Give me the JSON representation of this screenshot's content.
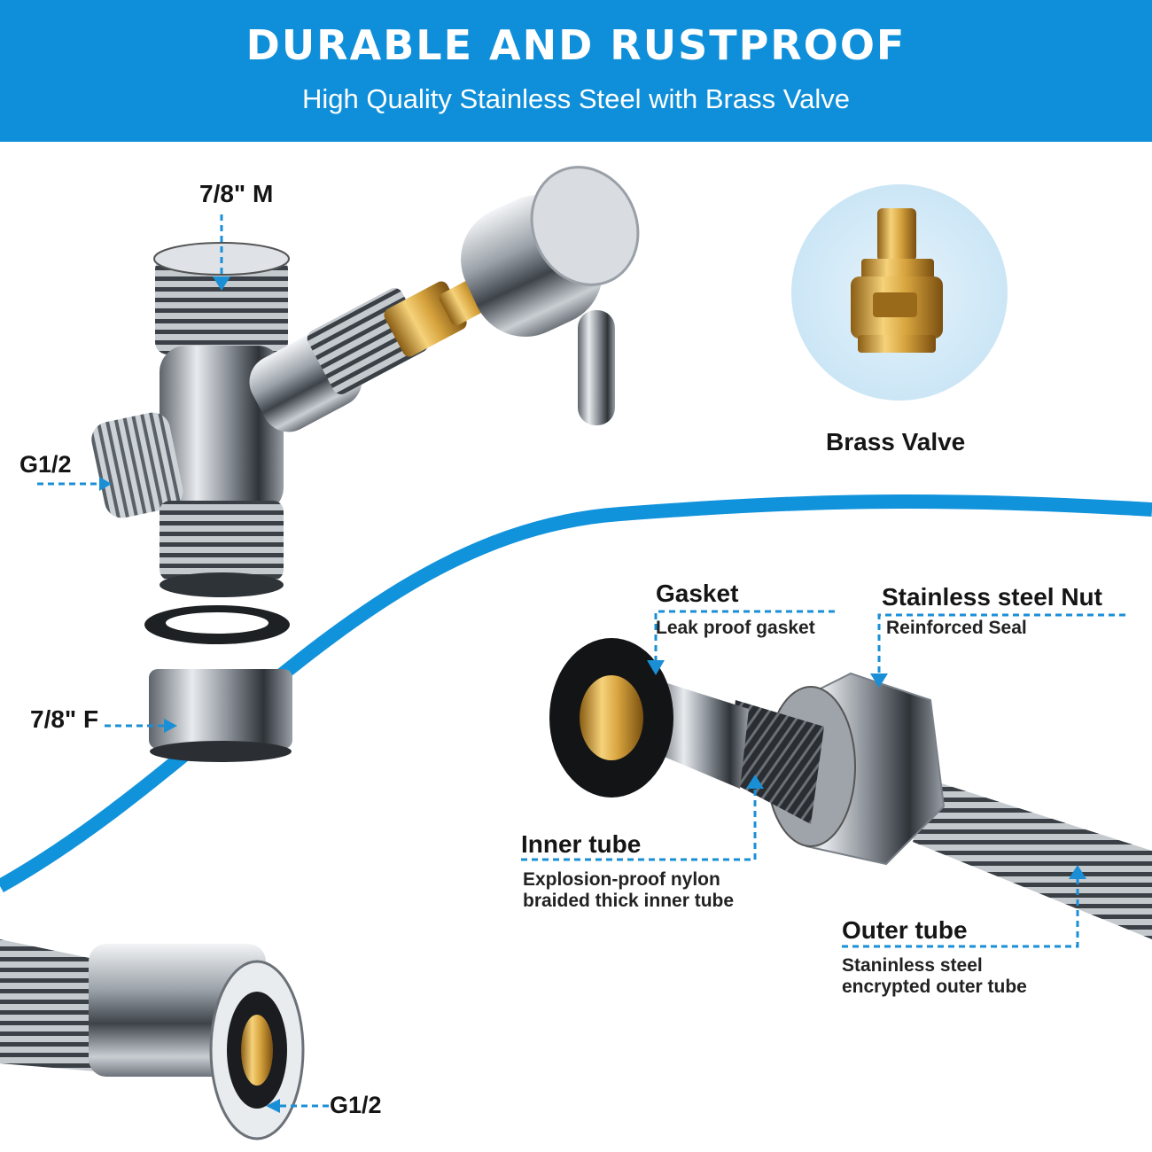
{
  "banner": {
    "title": "DURABLE AND RUSTPROOF",
    "subtitle": "High Quality Stainless Steel with Brass Valve",
    "color": "#0f8fd9"
  },
  "diverter": {
    "top_label": "7/8\" M",
    "side_label": "G1/2",
    "nut_label": "7/8\" F"
  },
  "valve": {
    "label": "Brass Valve"
  },
  "hose_parts": {
    "gasket": {
      "title": "Gasket",
      "desc": "Leak proof gasket"
    },
    "nut": {
      "title": "Stainless steel Nut",
      "desc": "Reinforced Seal"
    },
    "inner": {
      "title": "Inner tube",
      "desc_line1": "Explosion-proof nylon",
      "desc_line2": "braided thick inner tube"
    },
    "outer": {
      "title": "Outer tube",
      "desc_line1": "Staninless steel",
      "desc_line2": "encrypted outer tube"
    }
  },
  "hose_end": {
    "label": "G1/2"
  },
  "colors": {
    "accent": "#0f8fd9",
    "chrome": "#b9bec4",
    "brass": "#d4a442",
    "callout": "#1a8fd6"
  }
}
